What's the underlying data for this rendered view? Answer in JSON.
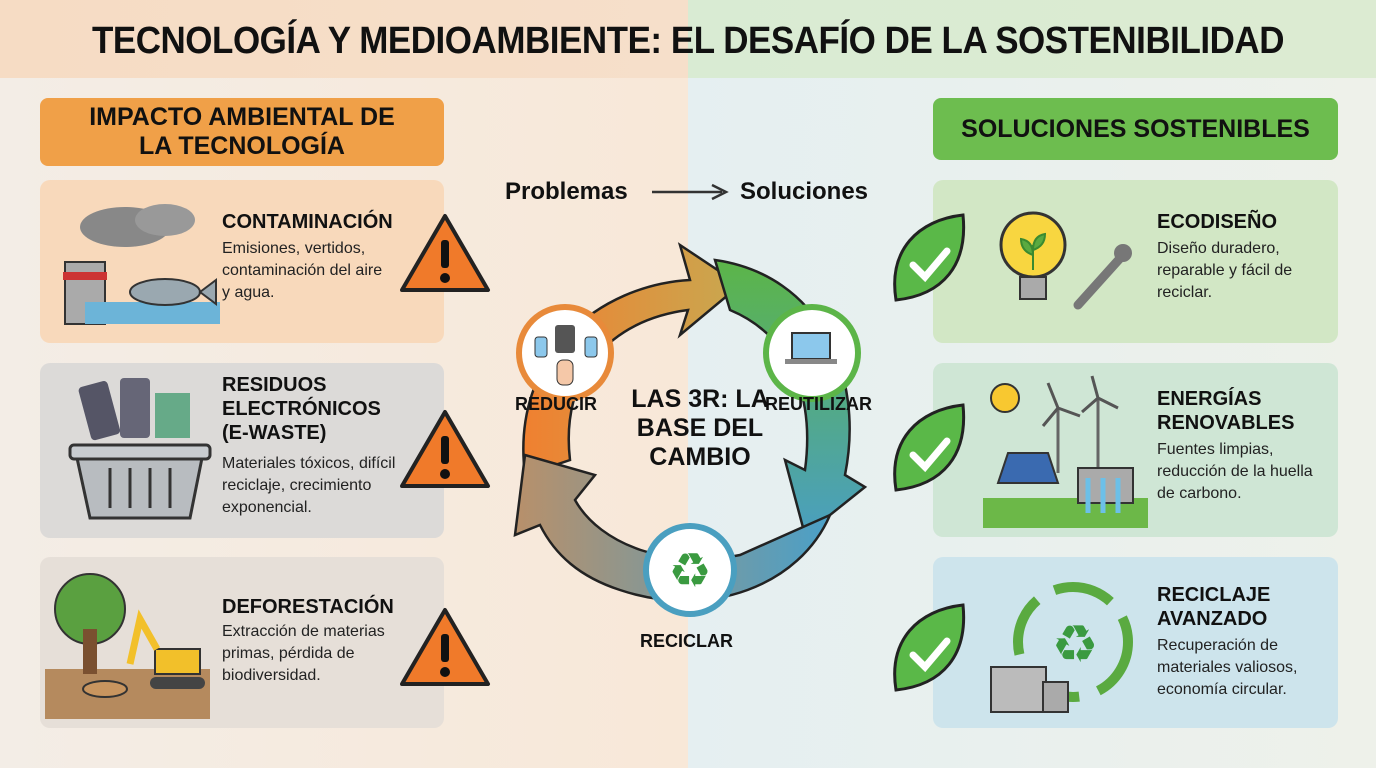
{
  "title": "TECNOLOGÍA Y MEDIOAMBIENTE: EL DESAFÍO DE LA SOSTENIBILIDAD",
  "left": {
    "header": "IMPACTO AMBIENTAL DE LA TECNOLOGÍA",
    "items": [
      {
        "title": "CONTAMINACIÓN",
        "desc": "Emisiones, vertidos, contaminación del aire y agua.",
        "icon": "factory-smoke-fish-icon",
        "badge": "warning-icon"
      },
      {
        "title": "RESIDUOS ELECTRÓNICOS (E-WASTE)",
        "desc": "Materiales tóxicos, difícil reciclaje, crecimiento exponencial.",
        "icon": "ewaste-bin-icon",
        "badge": "warning-icon"
      },
      {
        "title": "DEFORESTACIÓN",
        "desc": "Extracción de materias primas, pérdida de biodiversidad.",
        "icon": "tree-excavator-icon",
        "badge": "warning-icon"
      }
    ]
  },
  "center": {
    "from": "Problemas",
    "to": "Soluciones",
    "core": "LAS 3R: LA BASE DEL CAMBIO",
    "steps": [
      "REDUCIR",
      "REUTILIZAR",
      "RECICLAR"
    ]
  },
  "right": {
    "header": "SOLUCIONES SOSTENIBLES",
    "items": [
      {
        "title": "ECODISEÑO",
        "desc": "Diseño duradero, reparable y fácil de reciclar.",
        "icon": "lightbulb-wrench-icon",
        "badge": "leaf-check-icon"
      },
      {
        "title": "ENERGÍAS RENOVABLES",
        "desc": "Fuentes limpias, reducción de la huella de carbono.",
        "icon": "solar-wind-hydro-icon",
        "badge": "leaf-check-icon"
      },
      {
        "title": "RECICLAJE AVANZADO",
        "desc": "Recuperación de materiales valiosos, economía circular.",
        "icon": "recycling-plant-icon",
        "badge": "leaf-check-icon"
      }
    ]
  },
  "colors": {
    "orange": "#f0a048",
    "green": "#6dbd4f",
    "warning": "#f07a2a"
  }
}
